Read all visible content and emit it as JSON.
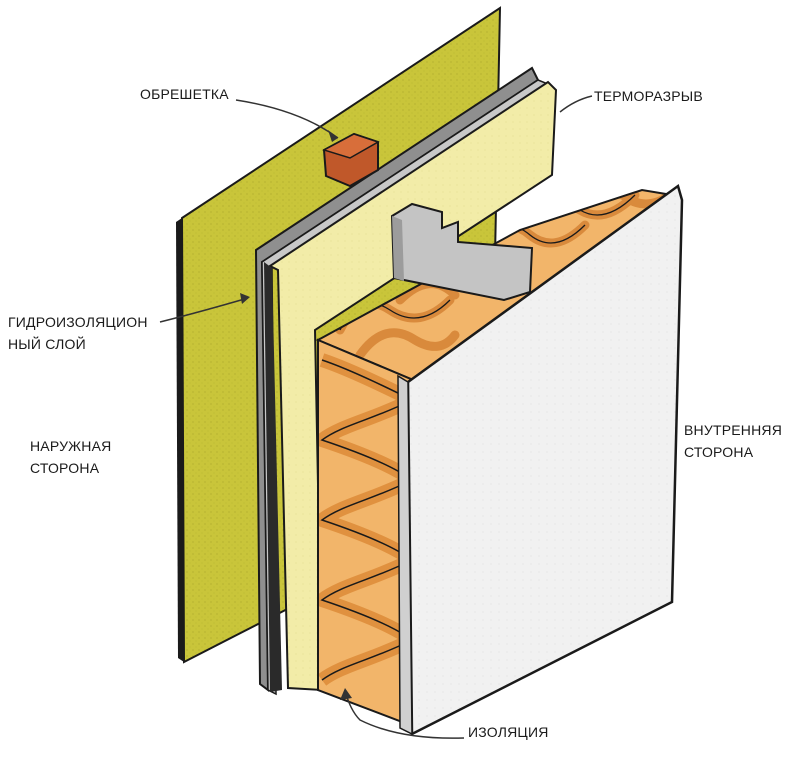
{
  "labels": {
    "obreshetka": "ОБРЕШЕТКА",
    "termorazryv": "ТЕРМОРАЗРЫВ",
    "gidro_line1": "ГИДРОИЗОЛЯЦИОН",
    "gidro_line2": "НЫЙ СЛОЙ",
    "outer_line1": "НАРУЖНАЯ",
    "outer_line2": "СТОРОНА",
    "inner_line1": "ВНУТРЕННЯЯ",
    "inner_line2": "СТОРОНА",
    "izolyaciya": "ИЗОЛЯЦИЯ"
  },
  "colors": {
    "outer_board": "#c9c53a",
    "membrane": "#9a9a9a",
    "thermal_break": "#f2eca8",
    "insulation": "#f2b56a",
    "insulation_swirl": "#e8954a",
    "drywall": "#f1f1f1",
    "batten": "#c0582a",
    "outline": "#1a1a1a"
  }
}
